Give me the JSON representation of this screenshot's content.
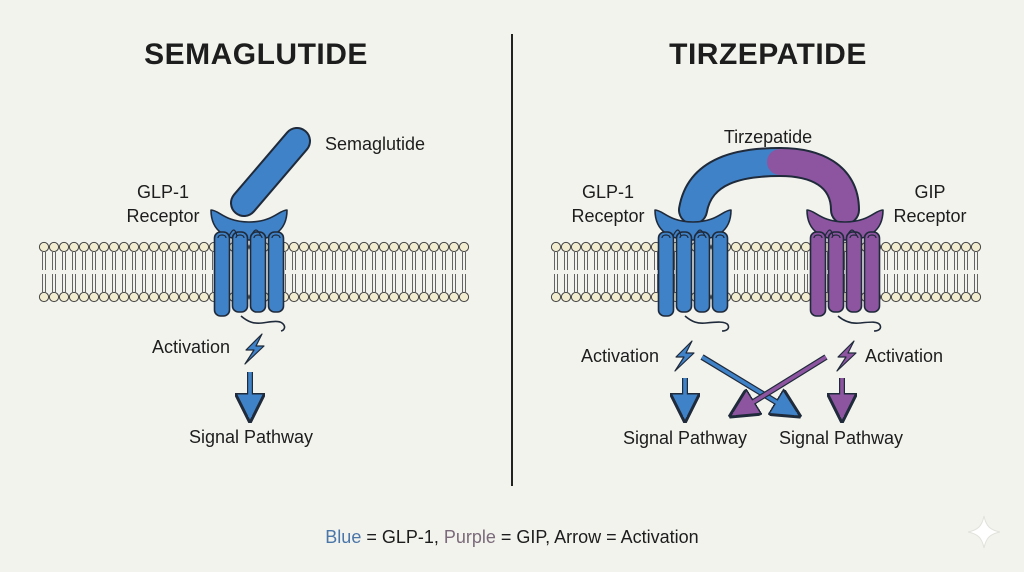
{
  "left_panel": {
    "title": "SEMAGLUTIDE",
    "drug_label": "Semaglutide",
    "receptor_label_line1": "GLP-1",
    "receptor_label_line2": "Receptor",
    "activation_label": "Activation",
    "pathway_label": "Signal Pathway"
  },
  "right_panel": {
    "title": "TIRZEPATIDE",
    "drug_label": "Tirzepatide",
    "glp1_receptor_line1": "GLP-1",
    "glp1_receptor_line2": "Receptor",
    "gip_receptor_line1": "GIP",
    "gip_receptor_line2": "Receptor",
    "activation_left": "Activation",
    "activation_right": "Activation",
    "pathway_left": "Signal Pathway",
    "pathway_right": "Signal Pathway"
  },
  "legend": {
    "blue_word": "Blue",
    "part1": " = GLP-1, ",
    "purple_word": "Purple",
    "part2": " = GIP, Arrow = Activation"
  },
  "colors": {
    "glp1_blue": "#3f82c8",
    "gip_purple": "#8d55a0",
    "outline": "#1f2a3a",
    "membrane_head": "#f2ecd0"
  },
  "icons": {
    "corner": "sparkle-icon"
  }
}
